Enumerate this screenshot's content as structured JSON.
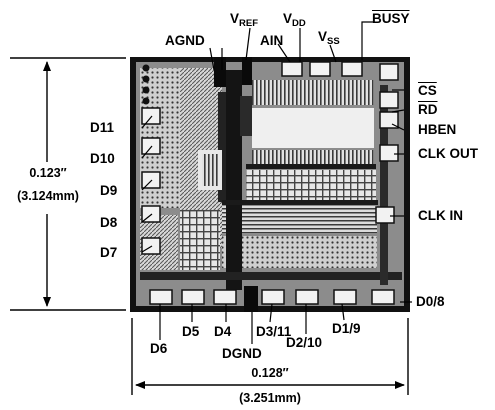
{
  "pins": {
    "agnd": "AGND",
    "vref": {
      "main": "V",
      "sub": "REF"
    },
    "ain": "AIN",
    "vdd": {
      "main": "V",
      "sub": "DD"
    },
    "vss": {
      "main": "V",
      "sub": "SS"
    },
    "busy": "BUSY",
    "cs": "CS",
    "rd": "RD",
    "hben": "HBEN",
    "clk_out": "CLK OUT",
    "clk_in": "CLK IN",
    "d11": "D11",
    "d10": "D10",
    "d9": "D9",
    "d8": "D8",
    "d7": "D7",
    "d6": "D6",
    "d5": "D5",
    "d4": "D4",
    "dgnd": "DGND",
    "d3_11": "D3/11",
    "d2_10": "D2/10",
    "d1_9": "D1/9",
    "d0_8": "D0/8"
  },
  "dimensions": {
    "height_in": "0.123″",
    "height_mm": "(3.124mm)",
    "width_in": "0.128″",
    "width_mm": "(3.251mm)"
  }
}
